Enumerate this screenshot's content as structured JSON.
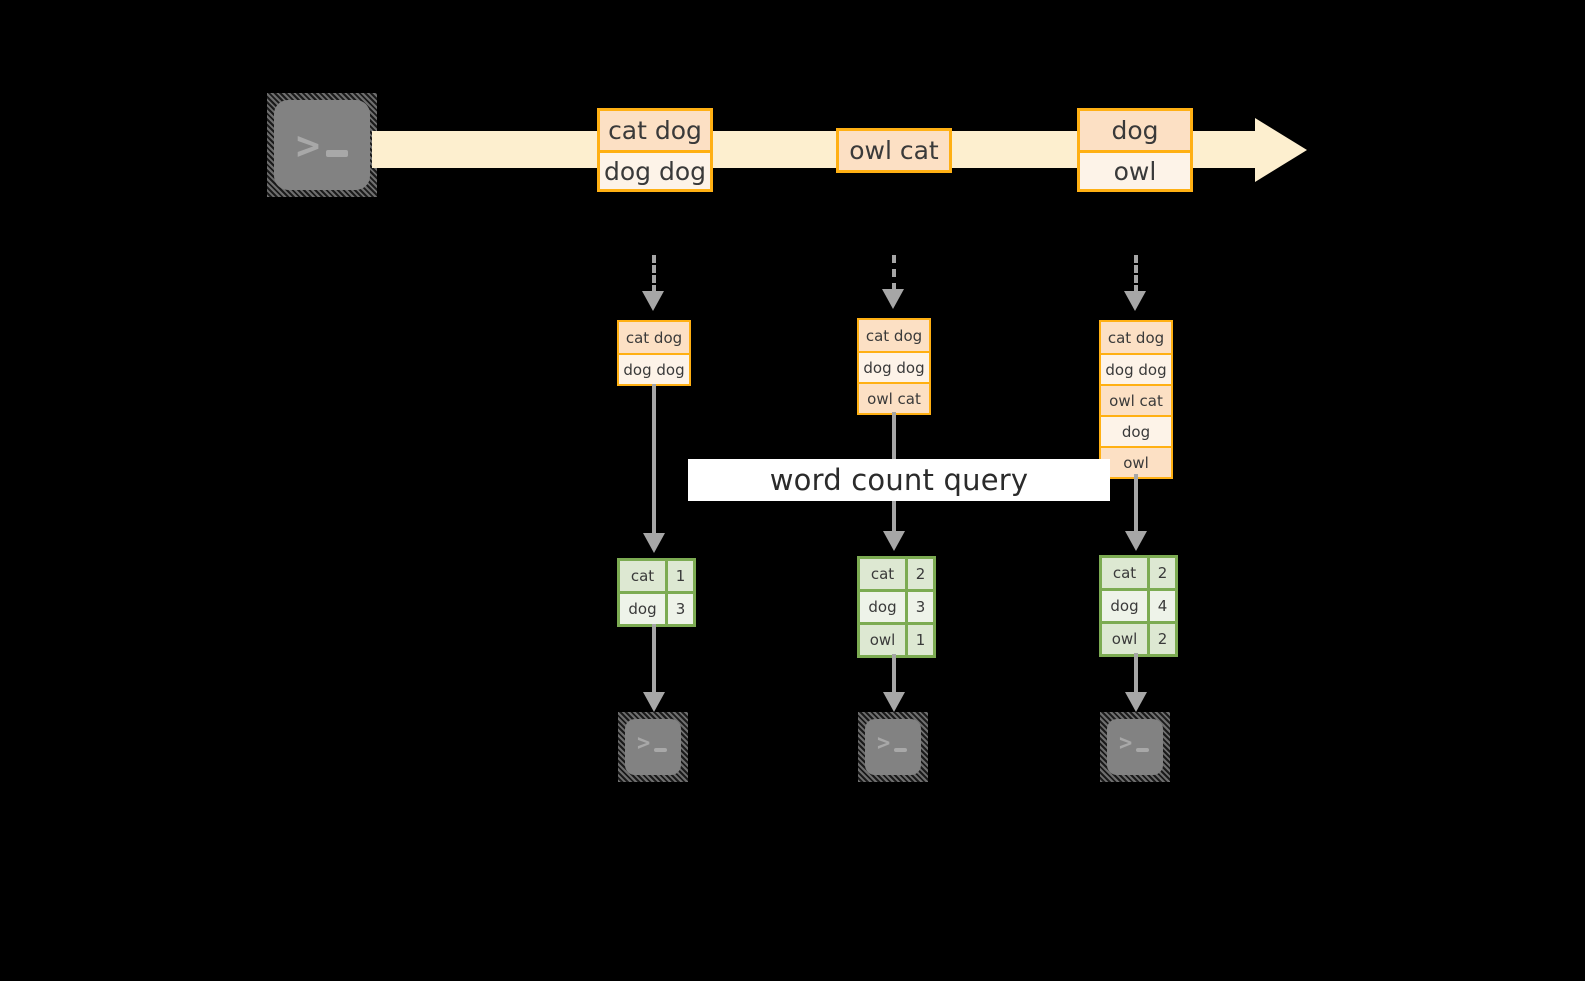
{
  "diagram": {
    "title_label": "word count query",
    "colors": {
      "stream_fill": "#fdefcf",
      "record_border": "#ffb013",
      "record_fill_dark": "#fce0c4",
      "record_fill_light": "#fdf3e8",
      "result_border": "#7cab52",
      "result_fill_dark": "#dde8d2",
      "result_fill_light": "#eef3e9",
      "connector": "#a6a6a6",
      "terminal_fill": "#828282",
      "background": "#000000"
    },
    "source": {
      "icon": "terminal-icon",
      "prompt": ">",
      "cursor": "_"
    },
    "stream": {
      "icon": "stream-arrow-icon",
      "events": [
        {
          "lines": [
            "cat dog",
            "dog dog"
          ]
        },
        {
          "lines": [
            "owl cat"
          ]
        },
        {
          "lines": [
            "dog",
            "owl"
          ]
        }
      ]
    },
    "snapshots": [
      {
        "input": {
          "lines": [
            "cat dog",
            "dog dog"
          ]
        },
        "result": {
          "rows": [
            {
              "word": "cat",
              "count": "1"
            },
            {
              "word": "dog",
              "count": "3"
            }
          ]
        },
        "sink": {
          "icon": "terminal-icon",
          "prompt": ">",
          "cursor": "_"
        }
      },
      {
        "input": {
          "lines": [
            "cat dog",
            "dog dog",
            "owl cat"
          ]
        },
        "result": {
          "rows": [
            {
              "word": "cat",
              "count": "2"
            },
            {
              "word": "dog",
              "count": "3"
            },
            {
              "word": "owl",
              "count": "1"
            }
          ]
        },
        "sink": {
          "icon": "terminal-icon",
          "prompt": ">",
          "cursor": "_"
        }
      },
      {
        "input": {
          "lines": [
            "cat dog",
            "dog dog",
            "owl cat",
            "dog",
            "owl"
          ]
        },
        "result": {
          "rows": [
            {
              "word": "cat",
              "count": "2"
            },
            {
              "word": "dog",
              "count": "4"
            },
            {
              "word": "owl",
              "count": "2"
            }
          ]
        },
        "sink": {
          "icon": "terminal-icon",
          "prompt": ">",
          "cursor": "_"
        }
      }
    ]
  }
}
